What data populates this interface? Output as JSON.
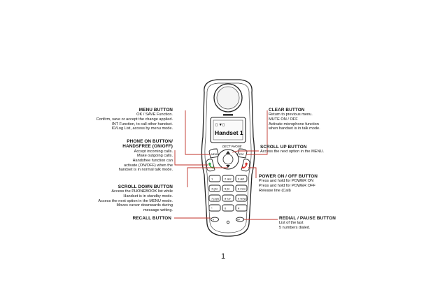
{
  "phone": {
    "brand": "DECT PHONE",
    "display_line1": "Handset 1",
    "display_icons": "▯  ▼▯"
  },
  "labels": {
    "menu": {
      "title": "MENU BUTTON",
      "lines": [
        "OK / SAVE Function.",
        "Confirm, save or accept the change applied.",
        "INT Function, to call other handset.",
        "ID/Log List, access by menu mode."
      ]
    },
    "phone_on": {
      "title": [
        "PHONE ON BUTTON/",
        "HANDSFREE (ON/OFF)"
      ],
      "lines": [
        "Accept incoming calls.",
        "Make outgoing calls.",
        "",
        "Handsfree function can",
        "activate (ON/OFF) when the",
        "handset is in normal talk mode."
      ]
    },
    "scroll_down": {
      "title": "SCROLL DOWN BUTTON",
      "lines": [
        "Access the PHONEBOOK list while",
        "Handset is in standby mode.",
        "Access the next option in the MENU mode.",
        "Moves cursor downwards during",
        "message writing."
      ]
    },
    "recall": {
      "title": "RECALL BUTTON"
    },
    "clear": {
      "title": "CLEAR BUTTON",
      "lines": [
        "Return to previous menu.",
        "MUTE ON / OFF",
        "Activate microphone function",
        "when handset is in talk mode."
      ]
    },
    "scroll_up": {
      "title": "SCROLL UP BUTTON",
      "lines": [
        "Access the next option in the MENU."
      ]
    },
    "power": {
      "title": "POWER ON / OFF BUTTON",
      "lines": [
        "Press and hold for POWER ON",
        "Press and hold for POWER OFF",
        "Release line (Call)"
      ]
    },
    "redial": {
      "title": "REDIAL / PAUSE BUTTON",
      "lines": [
        "List of the last",
        "5 numbers dialed."
      ]
    }
  },
  "keypad": [
    "1",
    "2 abc",
    "3 def",
    "4 ghi",
    "5 jkl",
    "6 mno",
    "7 pqrs",
    "8 tuv",
    "9 wxyz",
    "*",
    "0",
    "#"
  ],
  "page_number": "1"
}
